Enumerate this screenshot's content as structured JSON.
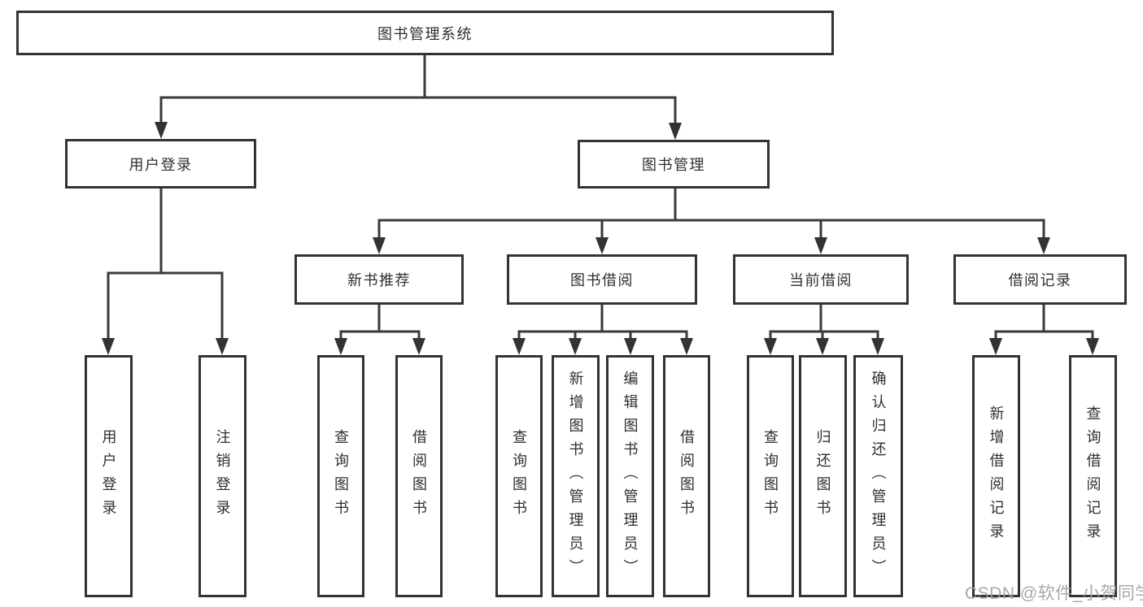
{
  "diagram": {
    "root": "图书管理系统",
    "level2": [
      "用户登录",
      "图书管理"
    ],
    "level3": [
      "新书推荐",
      "图书借阅",
      "当前借阅",
      "借阅记录"
    ],
    "leaves": {
      "user_login": [
        "用户登录",
        "注销登录"
      ],
      "new_book": [
        "查询图书",
        "借阅图书"
      ],
      "book_borrow": [
        "查询图书",
        "新增图书（管理员）",
        "编辑图书（管理员）",
        "借阅图书"
      ],
      "current_borrow": [
        "查询图书",
        "归还图书",
        "确认归还（管理员）"
      ],
      "borrow_record": [
        "新增借阅记录",
        "查询借阅记录"
      ]
    },
    "watermark": "CSDN @软件_小贺同学",
    "colors": {
      "line": "#3a3a3a",
      "box_border": "#333333",
      "box_fill": "#ffffff",
      "text": "#2f2f2f",
      "watermark": "#9e9e9e",
      "background": "#ffffff"
    }
  }
}
